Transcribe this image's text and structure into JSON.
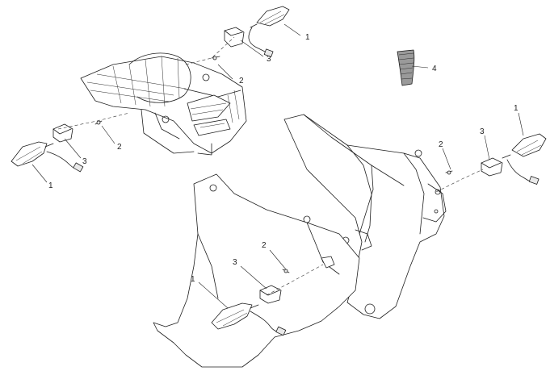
{
  "callouts": [
    {
      "id": "c1",
      "text": "1"
    },
    {
      "id": "c2",
      "text": "2"
    },
    {
      "id": "c3",
      "text": "3"
    },
    {
      "id": "c4",
      "text": "4"
    },
    {
      "id": "c5",
      "text": "2"
    },
    {
      "id": "c6",
      "text": "3"
    },
    {
      "id": "c7",
      "text": "1"
    },
    {
      "id": "c8",
      "text": "1"
    },
    {
      "id": "c9",
      "text": "2"
    },
    {
      "id": "c10",
      "text": "3"
    },
    {
      "id": "c11",
      "text": "2"
    },
    {
      "id": "c12",
      "text": "3"
    },
    {
      "id": "c13",
      "text": "1"
    }
  ]
}
